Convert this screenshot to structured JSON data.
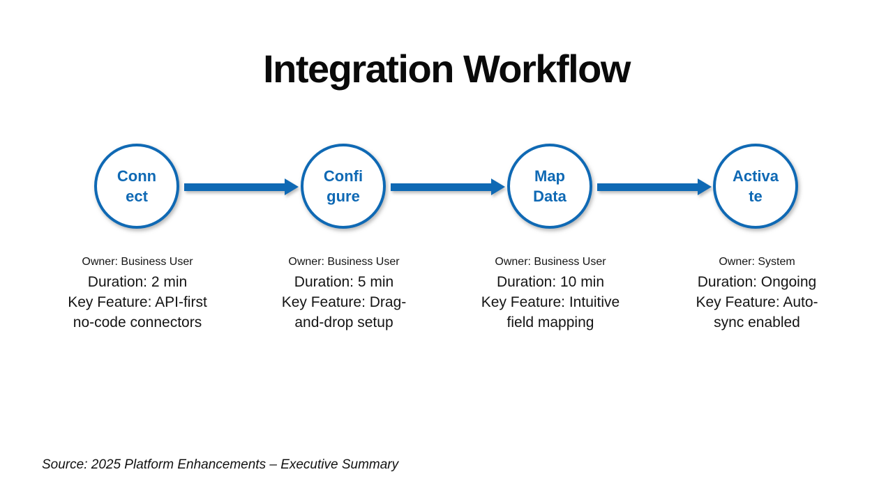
{
  "title": "Integration Workflow",
  "colors": {
    "accent": "#0F69B4",
    "title_color": "#0A0A0A",
    "text_color": "#141414"
  },
  "nodes": [
    {
      "label_lines": [
        "Conn",
        "ect"
      ],
      "owner": "Owner: Business User",
      "duration": "Duration: 2 min",
      "feature_lines": [
        "Key Feature: API-first",
        "no-code connectors"
      ]
    },
    {
      "label_lines": [
        "Confi",
        "gure"
      ],
      "owner": "Owner: Business User",
      "duration": "Duration: 5 min",
      "feature_lines": [
        "Key Feature: Drag-",
        "and-drop setup"
      ]
    },
    {
      "label_lines": [
        "Map",
        "Data"
      ],
      "owner": "Owner: Business User",
      "duration": "Duration: 10 min",
      "feature_lines": [
        "Key Feature: Intuitive",
        "field mapping"
      ]
    },
    {
      "label_lines": [
        "Activa",
        "te"
      ],
      "owner": "Owner: System",
      "duration": "Duration: Ongoing",
      "feature_lines": [
        "Key Feature: Auto-",
        "sync enabled"
      ]
    }
  ],
  "source": "Source: 2025 Platform Enhancements – Executive Summary"
}
